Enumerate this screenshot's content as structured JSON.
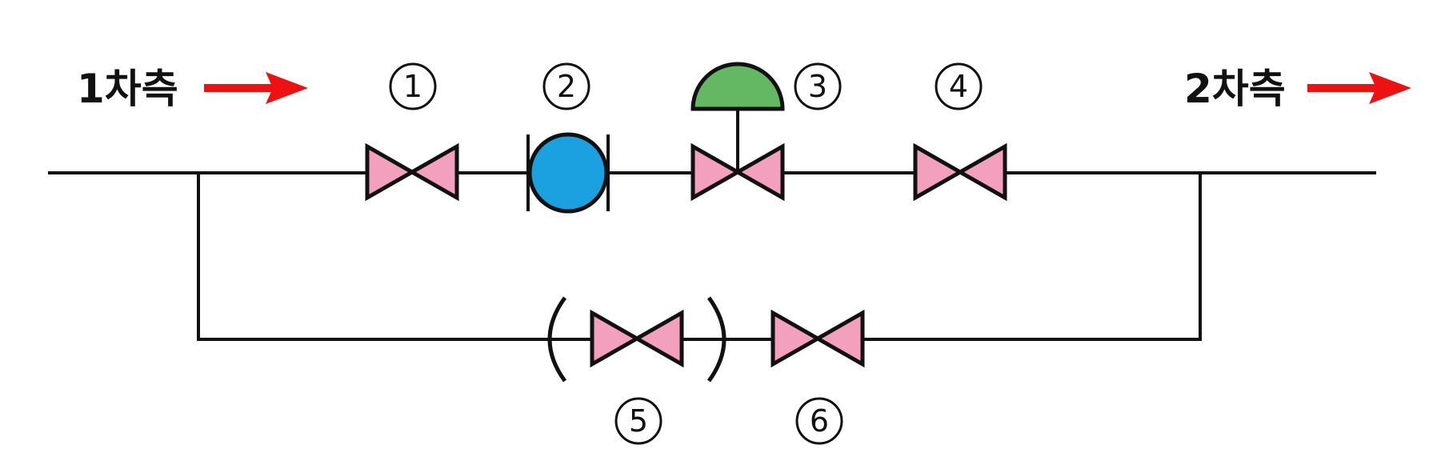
{
  "inlet_label": "1차측",
  "outlet_label": "2차측",
  "colors": {
    "valve_fill": "#f2a0bd",
    "strainer_fill": "#1ba1e0",
    "actuator_fill": "#64b864",
    "flow_arrow": "#ee1111",
    "line": "#111111"
  },
  "components": [
    {
      "number": "1",
      "type": "gate-valve"
    },
    {
      "number": "2",
      "type": "strainer"
    },
    {
      "number": "3",
      "type": "control-valve"
    },
    {
      "number": "4",
      "type": "gate-valve"
    },
    {
      "number": "5",
      "type": "gate-valve-bypass"
    },
    {
      "number": "6",
      "type": "gate-valve-bypass"
    }
  ]
}
